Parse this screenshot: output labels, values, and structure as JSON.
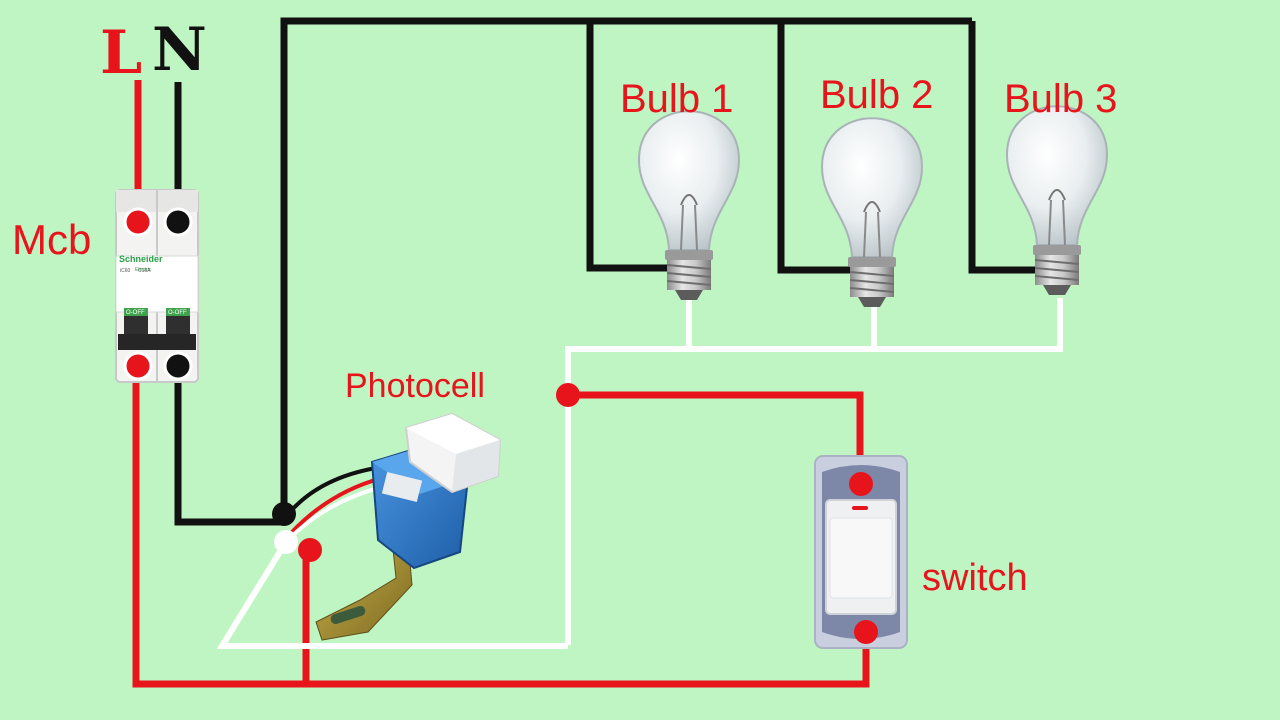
{
  "supply": {
    "line_label": "L",
    "neutral_label": "N"
  },
  "labels": {
    "mcb": "Mcb",
    "photocell": "Photocell",
    "switch": "switch"
  },
  "bulbs": [
    {
      "label": "Bulb 1"
    },
    {
      "label": "Bulb 2"
    },
    {
      "label": "Bulb 3"
    }
  ],
  "mcb_device": {
    "brand": "Schneider",
    "sub_brand": "Electric",
    "rating": "C16A",
    "model": "iC60",
    "off_marks": [
      "O-OFF",
      "O-OFF"
    ]
  },
  "colors": {
    "background": "#bff5c3",
    "line_wire": "#e8141b",
    "neutral_wire": "#111111",
    "switched_wire": "#ffffff",
    "label_text": "#e8141b",
    "photocell_body": "#2f78c8"
  }
}
